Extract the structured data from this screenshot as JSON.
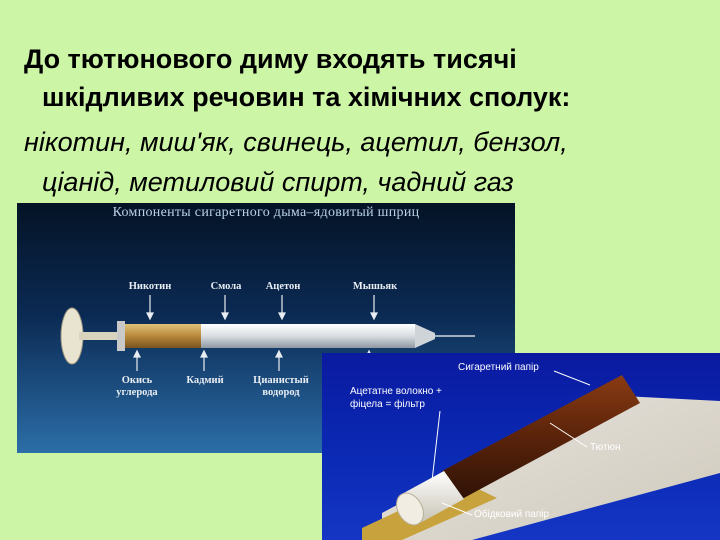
{
  "heading": {
    "line1": "До тютюнового диму входять тисячі",
    "line2": "шкідливих речовин та хімічних сполук:"
  },
  "substances": {
    "line1": "нікотин, миш'як, свинець, ацетил, бензол,",
    "line2": "ціанід, метиловий спирт, чадний газ"
  },
  "syringe_figure": {
    "title": "Компоненты сигаретного дыма–ядовитый шприц",
    "labels_top": [
      "Никотин",
      "Смола",
      "Ацетон",
      "Мышьяк"
    ],
    "labels_bottom": [
      "Окись углерода",
      "Кадмий",
      "Цианистый водород"
    ]
  },
  "cigarette_figure": {
    "labels": {
      "paper": "Сигаретний папір",
      "filter_line1": "Ацетатне волокно +",
      "filter_line2": "фіцела = фільтр",
      "tobacco": "Тютюн",
      "wrap": "Обідковий папір"
    }
  },
  "colors": {
    "background": "#ccf5a6",
    "syringe_panel": "#0b2a53",
    "cigarette_panel": "#0b2bb6"
  }
}
